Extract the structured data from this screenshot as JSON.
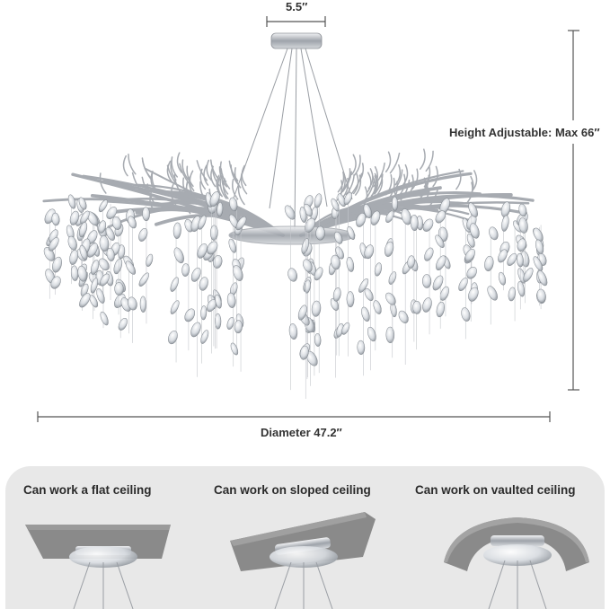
{
  "dimensions": {
    "canopy_width": "5.5″",
    "height": "Height Adjustable: Max 66″",
    "diameter": "Diameter 47.2″"
  },
  "ceilings": [
    {
      "label": "Can work a flat ceiling"
    },
    {
      "label": "Can work on sloped ceiling"
    },
    {
      "label": "Can work on vaulted ceiling"
    }
  ],
  "colors": {
    "panel": "#e8e8e8",
    "ceiling": "#8a8a8a",
    "chrome": "#b8bcc2"
  }
}
